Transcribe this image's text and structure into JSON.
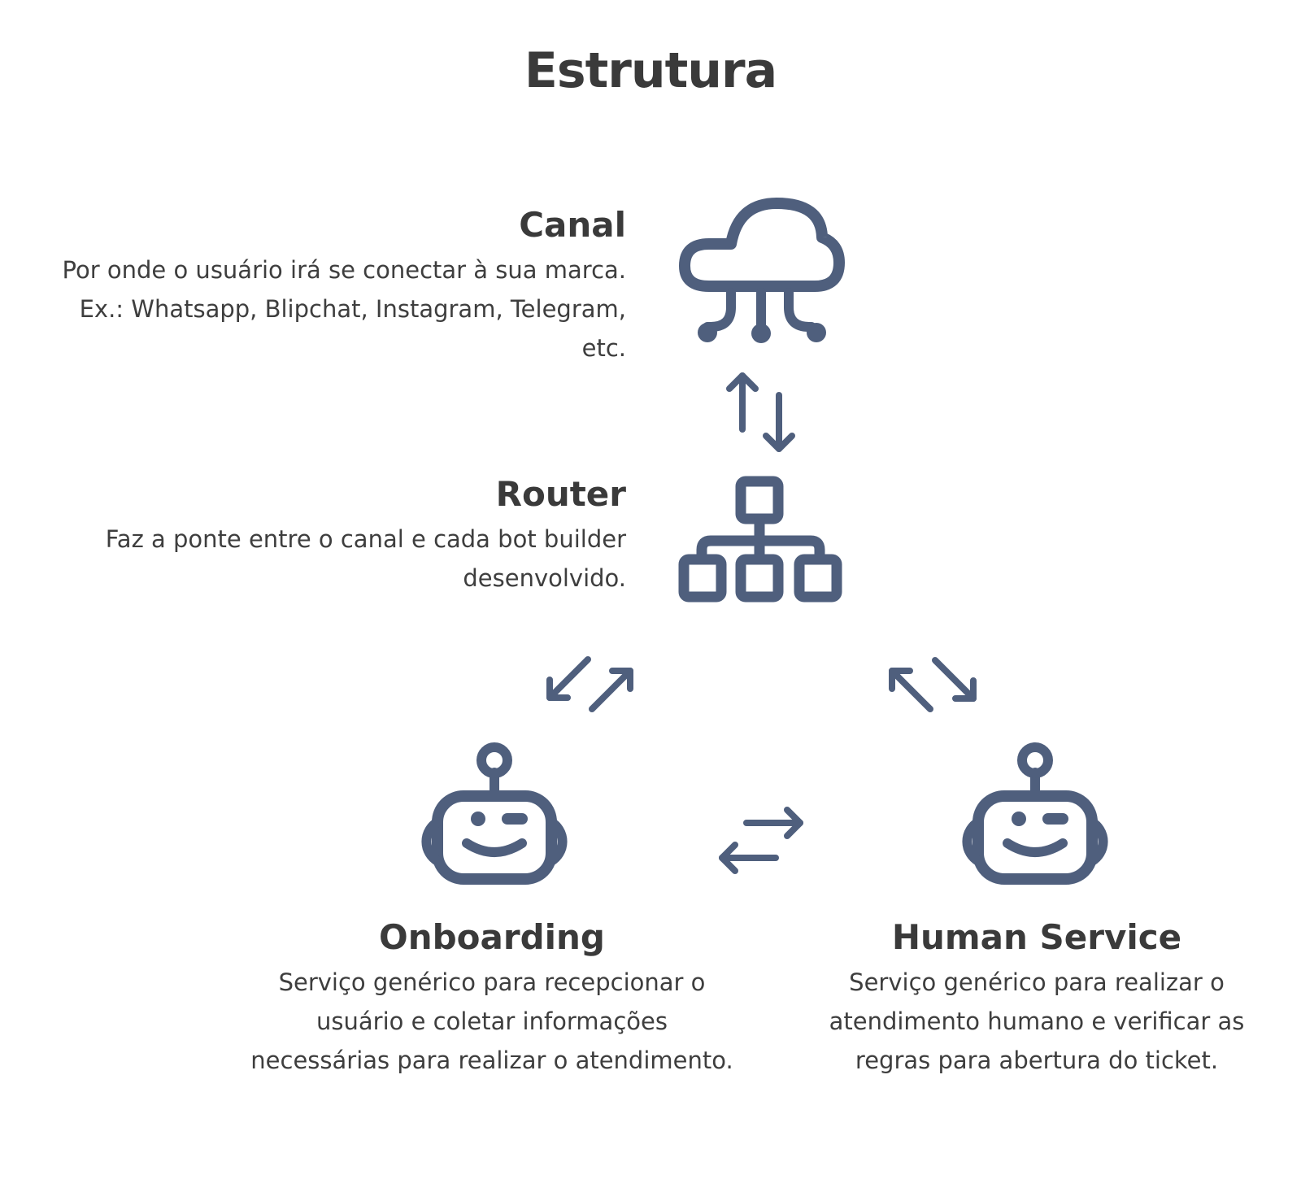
{
  "title": "Estrutura",
  "nodes": {
    "canal": {
      "heading": "Canal",
      "description": "Por onde o usuário irá se conectar à sua marca. Ex.: Whatsapp, Blipchat, Instagram, Telegram, etc.",
      "icon": "cloud-network-icon"
    },
    "router": {
      "heading": "Router",
      "description": "Faz a ponte entre o canal e cada bot builder desenvolvido.",
      "icon": "hierarchy-icon"
    },
    "onboarding": {
      "heading": "Onboarding",
      "description": "Serviço genérico para recepcionar o usuário e coletar informações necessárias para realizar o atendimento.",
      "icon": "robot-icon"
    },
    "human_service": {
      "heading": "Human Service",
      "description": "Serviço genérico para realizar o atendimento humano e verificar as regras para abertura do ticket.",
      "icon": "robot-icon"
    }
  },
  "connections": [
    {
      "from": "canal",
      "to": "router",
      "direction": "bidirectional"
    },
    {
      "from": "router",
      "to": "onboarding",
      "direction": "bidirectional"
    },
    {
      "from": "router",
      "to": "human_service",
      "direction": "bidirectional"
    },
    {
      "from": "onboarding",
      "to": "human_service",
      "direction": "bidirectional"
    }
  ],
  "colors": {
    "icon": "#4f5f7d",
    "text": "#3c3c3c",
    "background": "#ffffff"
  }
}
